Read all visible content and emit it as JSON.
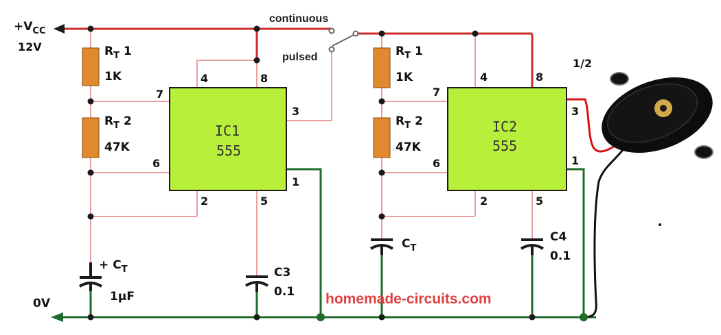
{
  "supply": {
    "vcc_label": "+V",
    "vcc_sub": "CC",
    "voltage": "12V"
  },
  "ground": {
    "label": "0V"
  },
  "switch": {
    "continuous": "continuous",
    "pulsed": "pulsed"
  },
  "ic1": {
    "name_line1": "IC1",
    "name_line2": "555",
    "pin4": "4",
    "pin8": "8",
    "pin7": "7",
    "pin3": "3",
    "pin6": "6",
    "pin1": "1",
    "pin2": "2",
    "pin5": "5"
  },
  "ic2": {
    "name_line1": "IC2",
    "name_line2": "555",
    "pin4": "4",
    "pin8": "8",
    "pin7": "7",
    "pin3": "3",
    "pin6": "6",
    "pin1": "1",
    "pin2": "2",
    "pin5": "5"
  },
  "left_stage": {
    "rt1_name": "R",
    "rt1_sub": "T",
    "rt1_num": "1",
    "rt1_value": "1K",
    "rt2_name": "R",
    "rt2_sub": "T",
    "rt2_num": "2",
    "rt2_value": "47K",
    "ct_plus": "+",
    "ct_name": "C",
    "ct_sub": "T",
    "ct_value": "1µF",
    "c3_name": "C3",
    "c3_value": "0.1"
  },
  "right_stage": {
    "rt1_name": "R",
    "rt1_sub": "T",
    "rt1_num": "1",
    "rt1_value": "1K",
    "rt2_name": "R",
    "rt2_sub": "T",
    "rt2_num": "2",
    "rt2_value": "47K",
    "ct_name": "C",
    "ct_sub": "T",
    "c4_name": "C4",
    "c4_value": "0.1"
  },
  "buzzer": {
    "label": "1/2"
  },
  "watermark": "homemade-circuits.com",
  "colors": {
    "supply_wire": "#cc2b2b",
    "signal_wire": "#e8a0a0",
    "ground_wire": "#1f6b2a",
    "ic_fill": "#b8ef3a",
    "resistor_fill": "#e08a30",
    "buzzer_body": "#0d0d0d"
  }
}
